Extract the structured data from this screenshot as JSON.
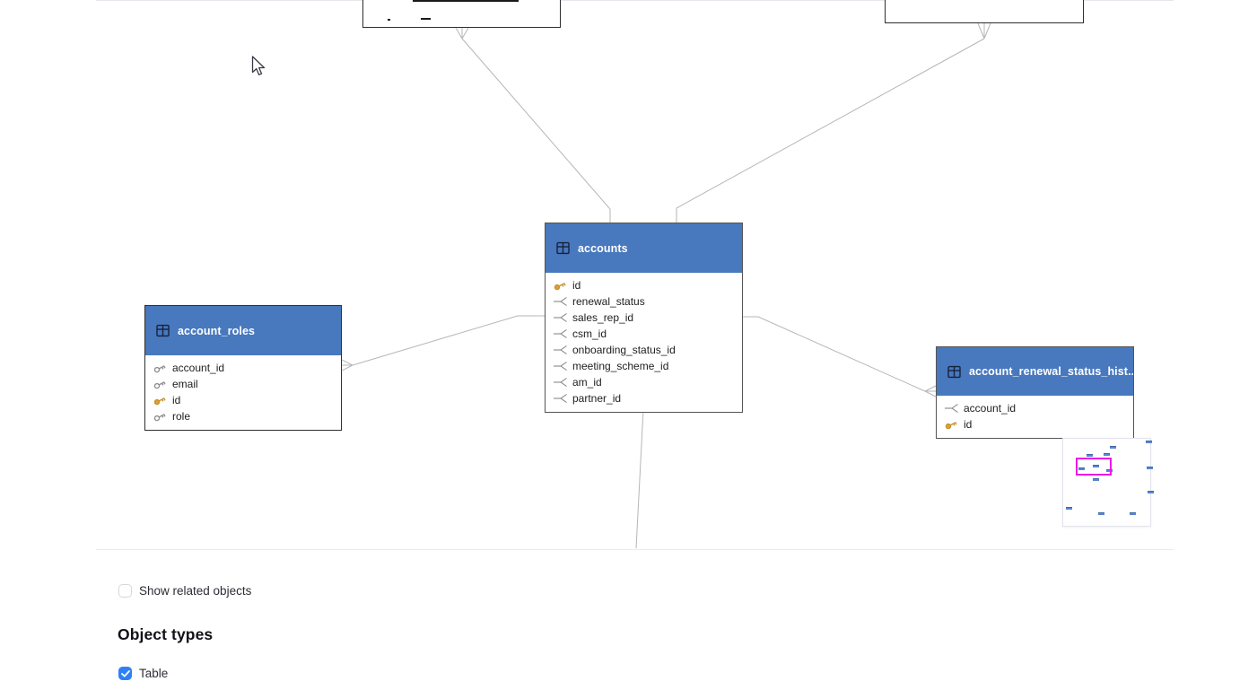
{
  "diagram": {
    "tables": [
      {
        "title": "accounts",
        "icon": "table-icon",
        "fields": [
          {
            "name": "id",
            "icon": "primary-key-icon"
          },
          {
            "name": "renewal_status",
            "icon": "many-icon"
          },
          {
            "name": "sales_rep_id",
            "icon": "many-icon"
          },
          {
            "name": "csm_id",
            "icon": "many-icon"
          },
          {
            "name": "onboarding_status_id",
            "icon": "many-icon"
          },
          {
            "name": "meeting_scheme_id",
            "icon": "many-icon"
          },
          {
            "name": "am_id",
            "icon": "many-icon"
          },
          {
            "name": "partner_id",
            "icon": "many-icon"
          }
        ]
      },
      {
        "title": "account_roles",
        "icon": "table-icon",
        "fields": [
          {
            "name": "account_id",
            "icon": "key-icon"
          },
          {
            "name": "email",
            "icon": "key-icon"
          },
          {
            "name": "id",
            "icon": "primary-key-icon"
          },
          {
            "name": "role",
            "icon": "key-icon"
          }
        ]
      },
      {
        "title": "account_renewal_status_hist...",
        "icon": "table-icon",
        "fields": [
          {
            "name": "account_id",
            "icon": "many-icon"
          },
          {
            "name": "id",
            "icon": "primary-key-icon"
          }
        ]
      }
    ],
    "colors": {
      "table_header_blue": "#4878bd",
      "edge_gray": "#b6b6b6",
      "primary_key_gold": "#d9a33a",
      "minimap_viewport_magenta": "#ee18e4"
    }
  },
  "panel": {
    "show_related_label": "Show related objects",
    "show_related_checked": false,
    "object_types_heading": "Object types",
    "object_types": [
      {
        "label": "Table",
        "checked": true
      }
    ]
  }
}
